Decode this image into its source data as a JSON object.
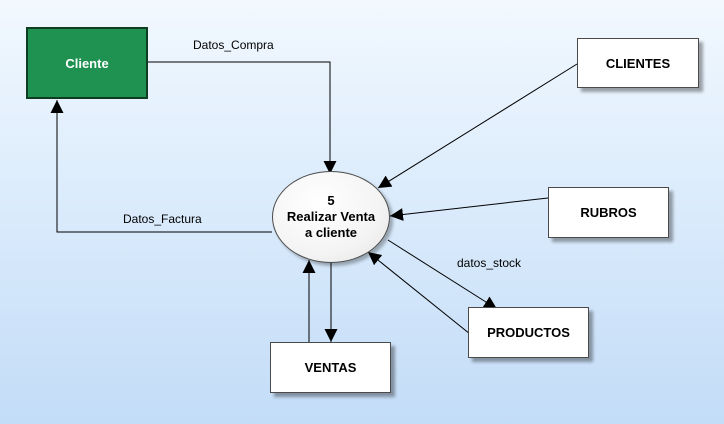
{
  "colors": {
    "external_fill": "#1f9150",
    "external_text": "#ffffff",
    "store_fill": "#ffffff",
    "line": "#000000"
  },
  "entities": {
    "cliente": "Cliente",
    "clientes": "CLIENTES",
    "rubros": "RUBROS",
    "productos": "PRODUCTOS",
    "ventas": "VENTAS"
  },
  "process": {
    "number": "5",
    "line1": "Realizar Venta",
    "line2": "a cliente"
  },
  "flows": {
    "datos_compra": "Datos_Compra",
    "datos_factura": "Datos_Factura",
    "datos_stock": "datos_stock"
  }
}
